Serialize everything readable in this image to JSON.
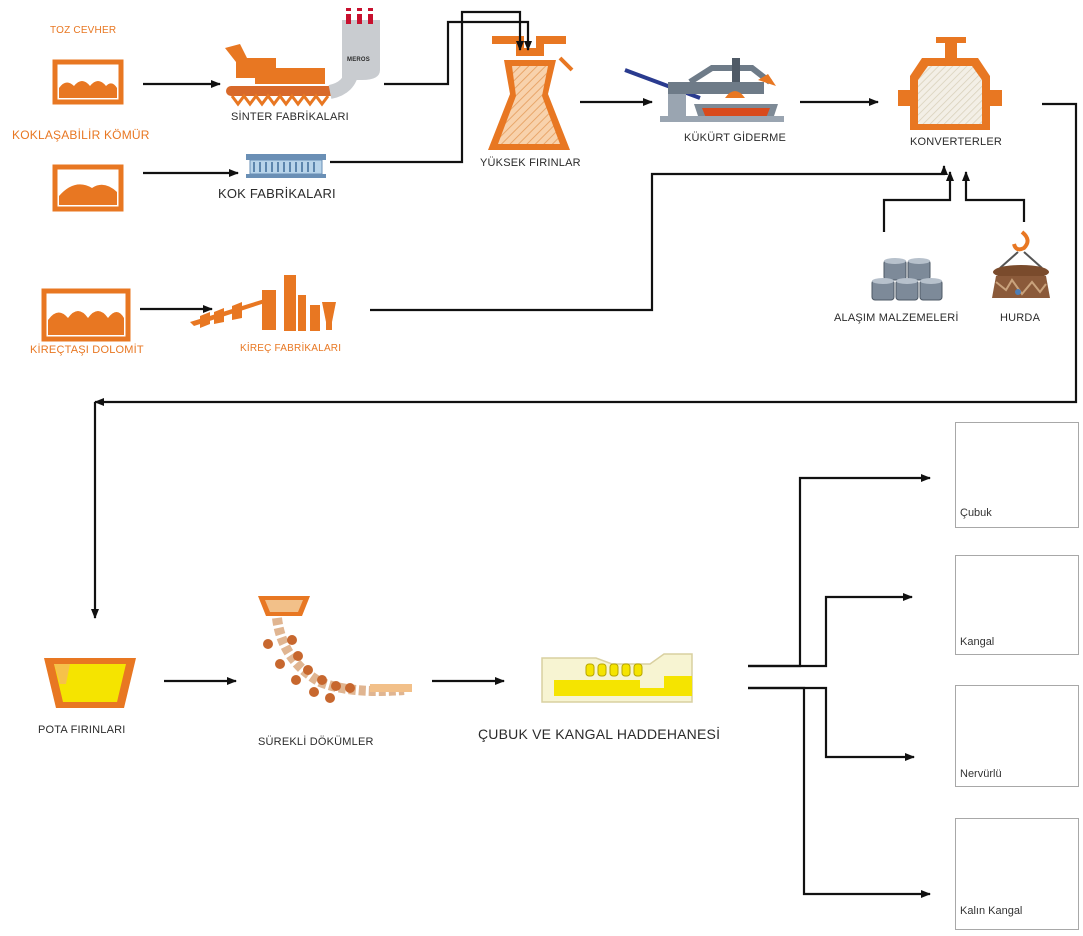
{
  "raw_materials": {
    "toz_cevher": "TOZ CEVHER",
    "koklasabilir_komur": "KOKLAŞABİLİR KÖMÜR",
    "kirectasi_dolomit": "KİREÇTAŞI DOLOMİT"
  },
  "plants": {
    "sinter": "SİNTER FABRİKALARI",
    "kok": "KOK FABRİKALARI",
    "kirec": "KİREÇ FABRİKALARI",
    "yuksek_firinlar": "YÜKSEK FIRINLAR",
    "kukurt_giderme": "KÜKÜRT GİDERME",
    "konverterler": "KONVERTERLER",
    "alasim": "ALAŞIM MALZEMELERİ",
    "hurda": "HURDA",
    "pota": "POTA FIRINLARI",
    "surekli": "SÜREKLİ DÖKÜMLER",
    "haddehane": "ÇUBUK VE KANGAL HADDEHANESİ",
    "meros": "MEROS"
  },
  "products": {
    "cubuk": "Çubuk",
    "kangal": "Kangal",
    "nervurlu": "Nervürlü",
    "kalin_kangal": "Kalın Kangal"
  },
  "colors": {
    "orange": "#e87722",
    "orange_light": "#f2a45c",
    "yellow": "#f5e400",
    "line": "#111111",
    "steel": "#7d8a99"
  }
}
